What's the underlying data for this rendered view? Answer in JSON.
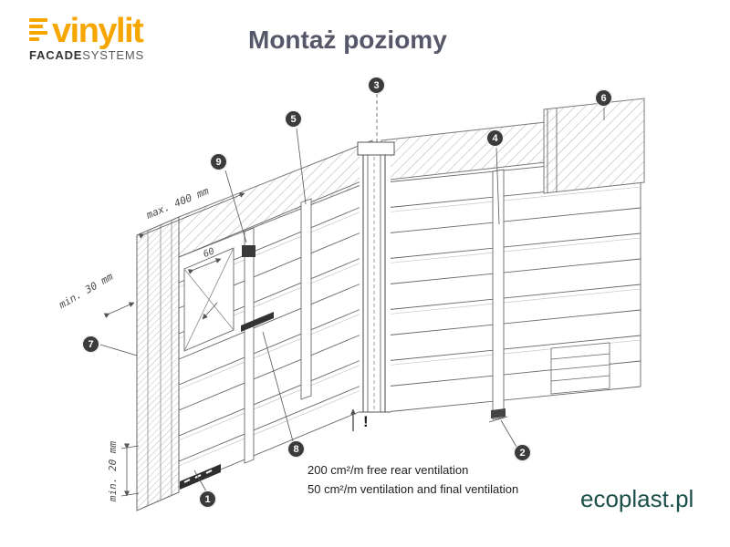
{
  "logo": {
    "brand": "vinylit",
    "sub_bold": "FACADE",
    "sub_light": "SYSTEMS"
  },
  "title": "Montaż poziomy",
  "badges": [
    {
      "label": "1"
    },
    {
      "label": "2"
    },
    {
      "label": "3"
    },
    {
      "label": "4"
    },
    {
      "label": "5"
    },
    {
      "label": "6"
    },
    {
      "label": "7"
    },
    {
      "label": "8"
    },
    {
      "label": "9"
    }
  ],
  "dimensions": {
    "max_spacing": "max. 400 mm",
    "cavity": "min. 30 mm",
    "ground_clearance": "min. 20 mm",
    "detail": "60"
  },
  "notes": {
    "line1": "200 cm²/m free rear ventilation",
    "line2": "50 cm²/m ventilation and final ventilation",
    "exclamation": "!"
  },
  "footer": {
    "site": "ecoplast.pl"
  },
  "colors": {
    "brand_orange": "#F7A600",
    "title_gray": "#57576A",
    "footer_teal": "#1B4F4A",
    "badge_dark": "#3B3B3B",
    "line_gray": "#666666"
  }
}
